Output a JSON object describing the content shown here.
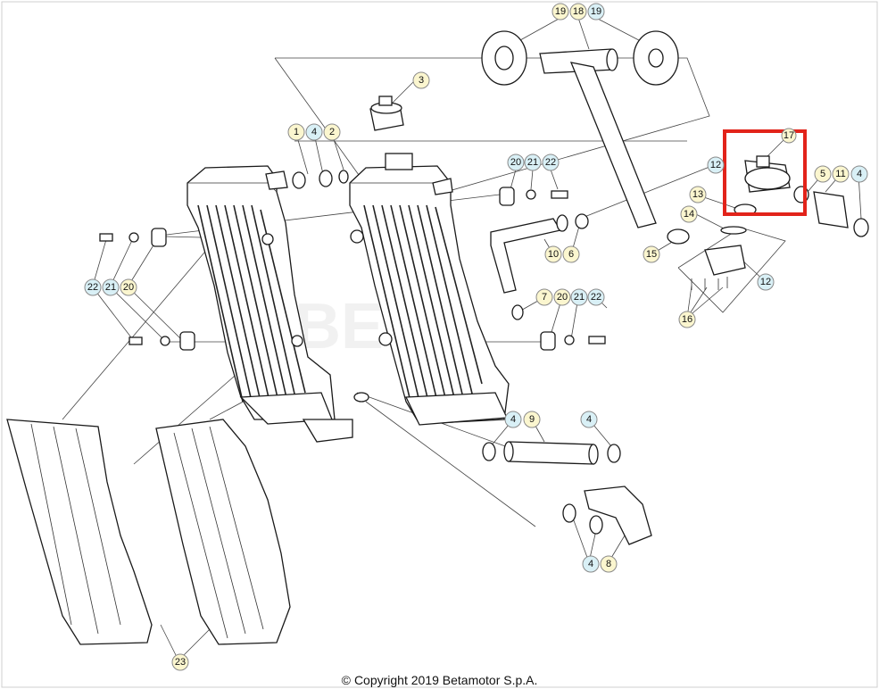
{
  "copyright": {
    "symbol": "©",
    "text": "Copyright 2019 Betamotor S.p.A."
  },
  "colors": {
    "highlight": "#e2231a",
    "callout_yellow": "#fbf6cf",
    "callout_blue": "#d9f0f6",
    "callout_stroke": "#8a8a8a",
    "line": "#1a1a1a"
  },
  "callouts": {
    "c19a": "19",
    "c18": "18",
    "c19b": "19",
    "c3": "3",
    "c1": "1",
    "c4a": "4",
    "c2": "2",
    "c20a": "20",
    "c21a": "21",
    "c22a": "22",
    "c12a": "12",
    "c17": "17",
    "c5": "5",
    "c11": "11",
    "c4b": "4",
    "c13": "13",
    "c14": "14",
    "c15": "15",
    "c12b": "12",
    "c16": "16",
    "c10": "10",
    "c6": "6",
    "c7": "7",
    "c20b": "20",
    "c21b": "21",
    "c22b": "22",
    "c22c": "22",
    "c21c": "21",
    "c20c": "20",
    "c4c": "4",
    "c9": "9",
    "c4d": "4",
    "c4e": "4",
    "c8": "8",
    "c23": "23"
  }
}
